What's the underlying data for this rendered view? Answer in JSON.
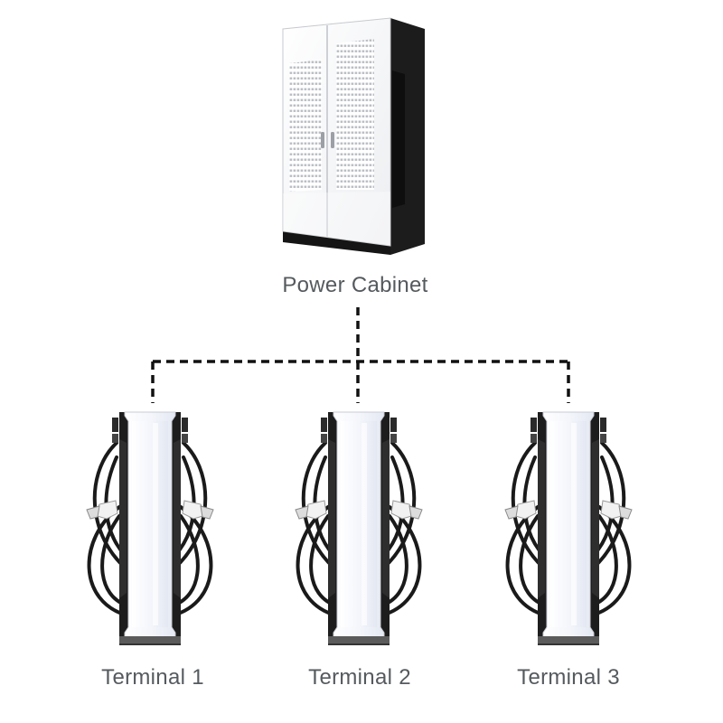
{
  "diagram": {
    "cabinet": {
      "label": "Power Cabinet",
      "icon": "power-cabinet-icon"
    },
    "terminals": [
      {
        "label": "Terminal 1",
        "icon": "charging-terminal-icon"
      },
      {
        "label": "Terminal 2",
        "icon": "charging-terminal-icon"
      },
      {
        "label": "Terminal 3",
        "icon": "charging-terminal-icon"
      }
    ],
    "connector_style": "dashed",
    "colors": {
      "connector": "#111111",
      "cabinet_body": "#f4f4f6",
      "cabinet_side": "#1c1c1c",
      "terminal_body": "#eef1f8",
      "cable": "#1a1a1a",
      "label_text": "#555a5e"
    }
  }
}
